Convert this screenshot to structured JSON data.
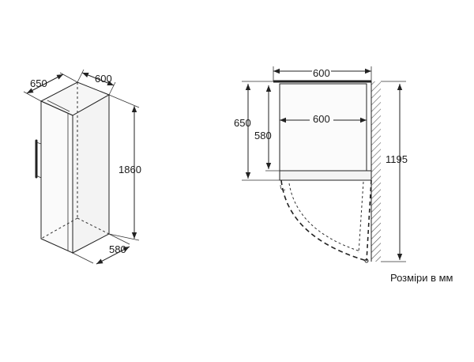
{
  "left_view": {
    "depth": "650",
    "width": "600",
    "height": "1860",
    "bottom_depth": "580"
  },
  "right_view": {
    "top_width": "600",
    "inner_width": "600",
    "outer_depth": "650",
    "inner_depth": "580",
    "door_swing_depth": "1195"
  },
  "units_note": "Розміри в мм"
}
